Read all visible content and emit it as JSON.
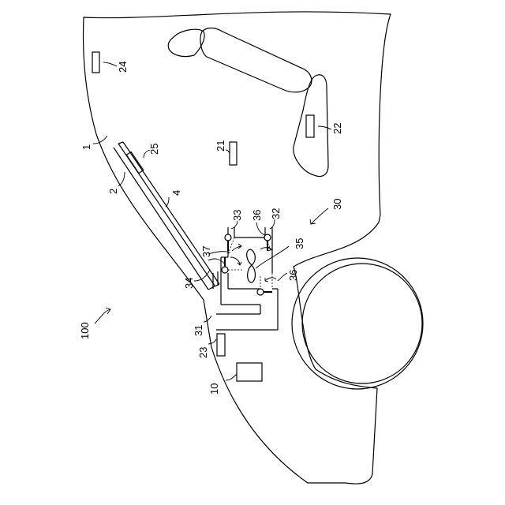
{
  "labels": {
    "vehicle_body": "1",
    "windshield": "2",
    "member_4": "4",
    "display_25": "25",
    "sensor_24": "24",
    "sensor_21": "21",
    "sensor_22": "22",
    "controller_10": "10",
    "sensor_23": "23",
    "assembly_100": "100",
    "duct_30": "30",
    "duct_31": "31",
    "duct_32": "32",
    "duct_33": "33",
    "damper_34": "34",
    "fan_35": "35",
    "damper_36_top": "36",
    "damper_36_bottom": "36",
    "damper_37": "37"
  }
}
